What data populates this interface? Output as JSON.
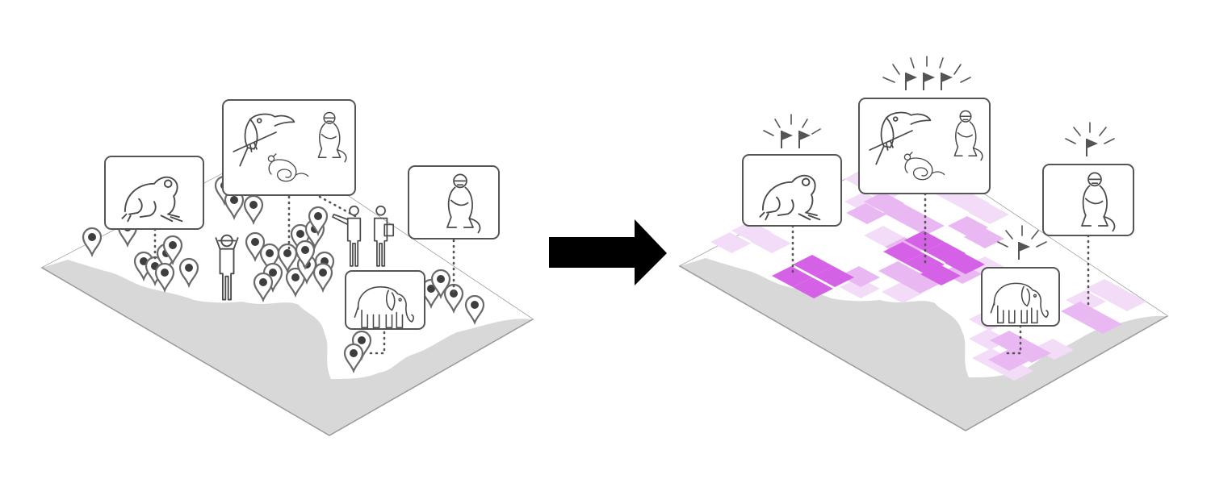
{
  "colors": {
    "land": "#ffffff",
    "sea": "#d8d8d8",
    "map_edge": "#9a9a9a",
    "pin": "#6a6a6a",
    "pin_dot": "#3e3e3e",
    "arrow": "#000000",
    "flag": "#555555",
    "heat_light": "#f3dcf7",
    "heat_mid": "#e9b7f2",
    "heat_strong": "#d562e6"
  },
  "left_panel": {
    "species_cards": [
      {
        "icon": "frog-icon"
      },
      {
        "icon": "toucan-icon",
        "extra_icons": [
          "monkey-icon",
          "snake-icon"
        ]
      },
      {
        "icon": "monkey-icon"
      },
      {
        "icon": "elephant-icon"
      }
    ],
    "people": [
      "observer-with-binoculars-icon",
      "pointing-person-icon",
      "person-with-clipboard-icon"
    ],
    "observation_pins": 36
  },
  "arrow": {
    "icon": "right-arrow-icon"
  },
  "right_panel": {
    "species_cards": [
      {
        "icon": "frog-icon",
        "flags": 2
      },
      {
        "icon": "toucan-icon",
        "extra_icons": [
          "monkey-icon",
          "snake-icon"
        ],
        "flags": 3
      },
      {
        "icon": "elephant-icon",
        "flags": 1
      },
      {
        "icon": "monkey-icon",
        "flags": 1
      }
    ],
    "heatmap": "species-richness-grid"
  }
}
